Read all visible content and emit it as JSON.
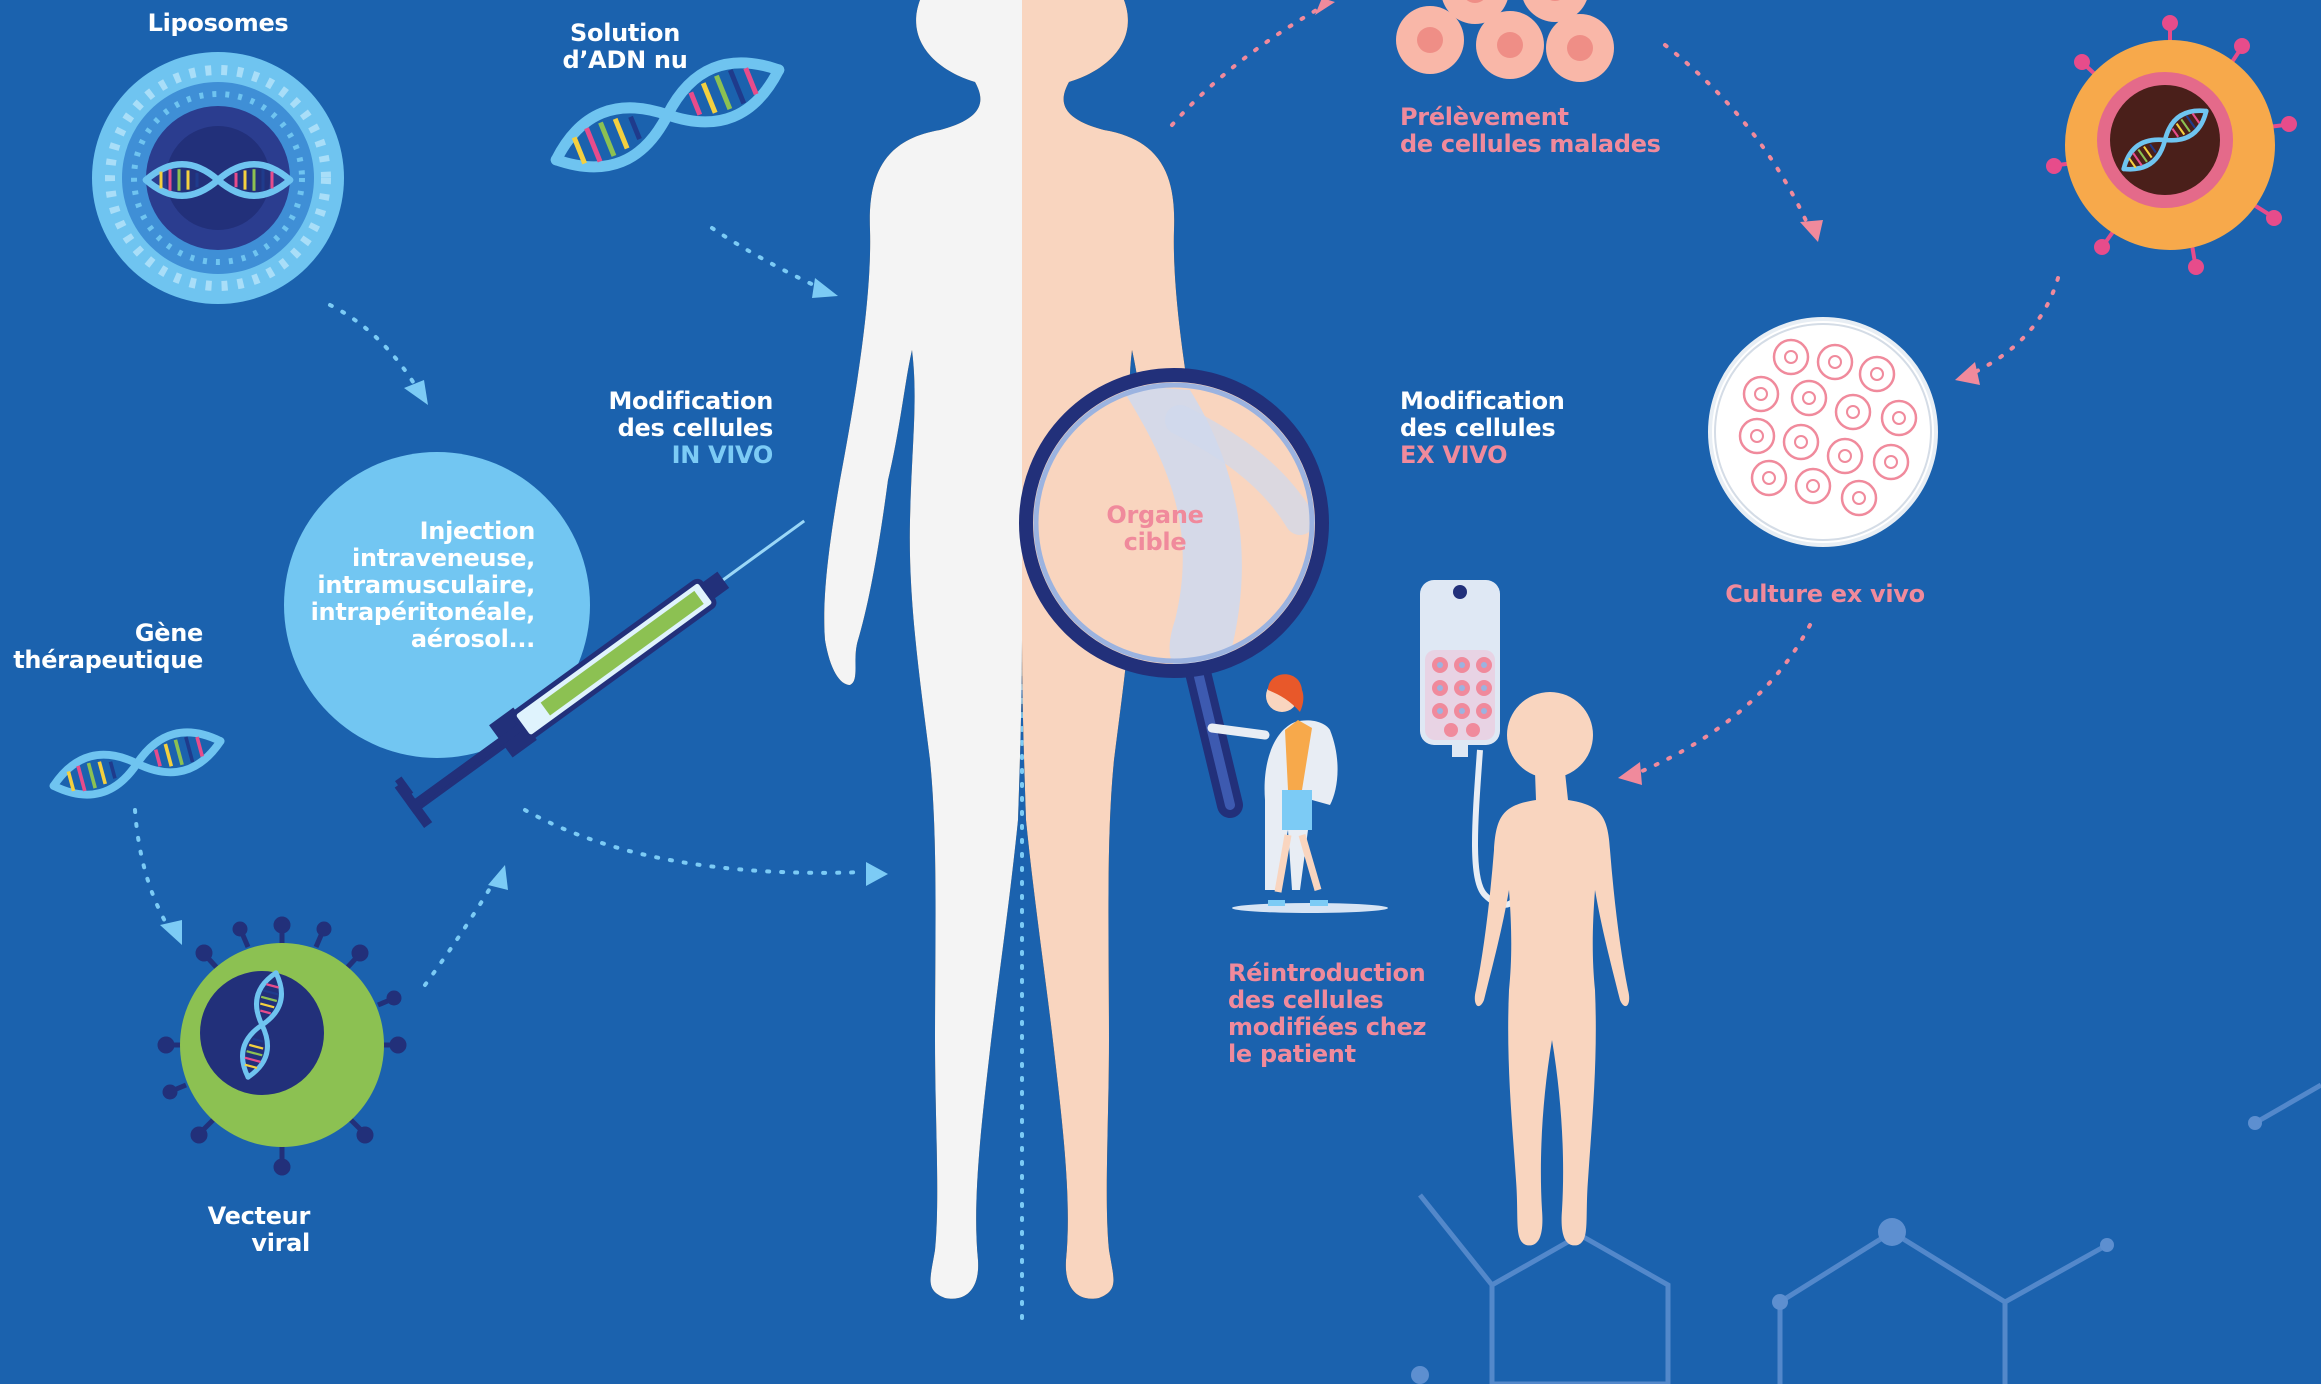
{
  "labels": {
    "liposomes": "Liposomes",
    "solution_adn": [
      "Solution",
      "d’ADN nu"
    ],
    "modification_in_vivo": [
      "Modification",
      "des cellules",
      "IN VIVO"
    ],
    "injection": [
      "Injection",
      "intraveneuse,",
      "intramusculaire,",
      "intrapéritonéale,",
      "aérosol..."
    ],
    "gene_therapeutique": [
      "Gène",
      "thérapeutique"
    ],
    "vecteur_viral": [
      "Vecteur",
      "viral"
    ],
    "organe_cible": [
      "Organe",
      "cible"
    ],
    "prelevement": [
      "Prélèvement",
      "de cellules malades"
    ],
    "modification_ex_vivo": [
      "Modification",
      "des cellules",
      "EX VIVO"
    ],
    "culture_ex_vivo": "Culture ex vivo",
    "reintroduction": [
      "Réintroduction",
      "des cellules",
      "modifiées chez",
      "le patient"
    ]
  },
  "colors": {
    "background": "#1b62ae",
    "white_text": "#ffffff",
    "pink_text": "#f08a9c",
    "light_blue_text": "#7ccbf5",
    "skin": "#f9d5bf",
    "body_white": "#f4f4f4",
    "circle_light_blue": "#72c6f2",
    "virus_green": "#8cc152",
    "virus_orange": "#f7a94b",
    "dark_navy": "#22307a"
  },
  "icons": [
    "liposome-icon",
    "dna-helix-icon",
    "virus-icon",
    "syringe-icon",
    "magnifier-icon",
    "petri-dish-icon",
    "iv-bag-icon",
    "cell-icon",
    "doctor-icon",
    "hexagon-molecule-icon"
  ]
}
